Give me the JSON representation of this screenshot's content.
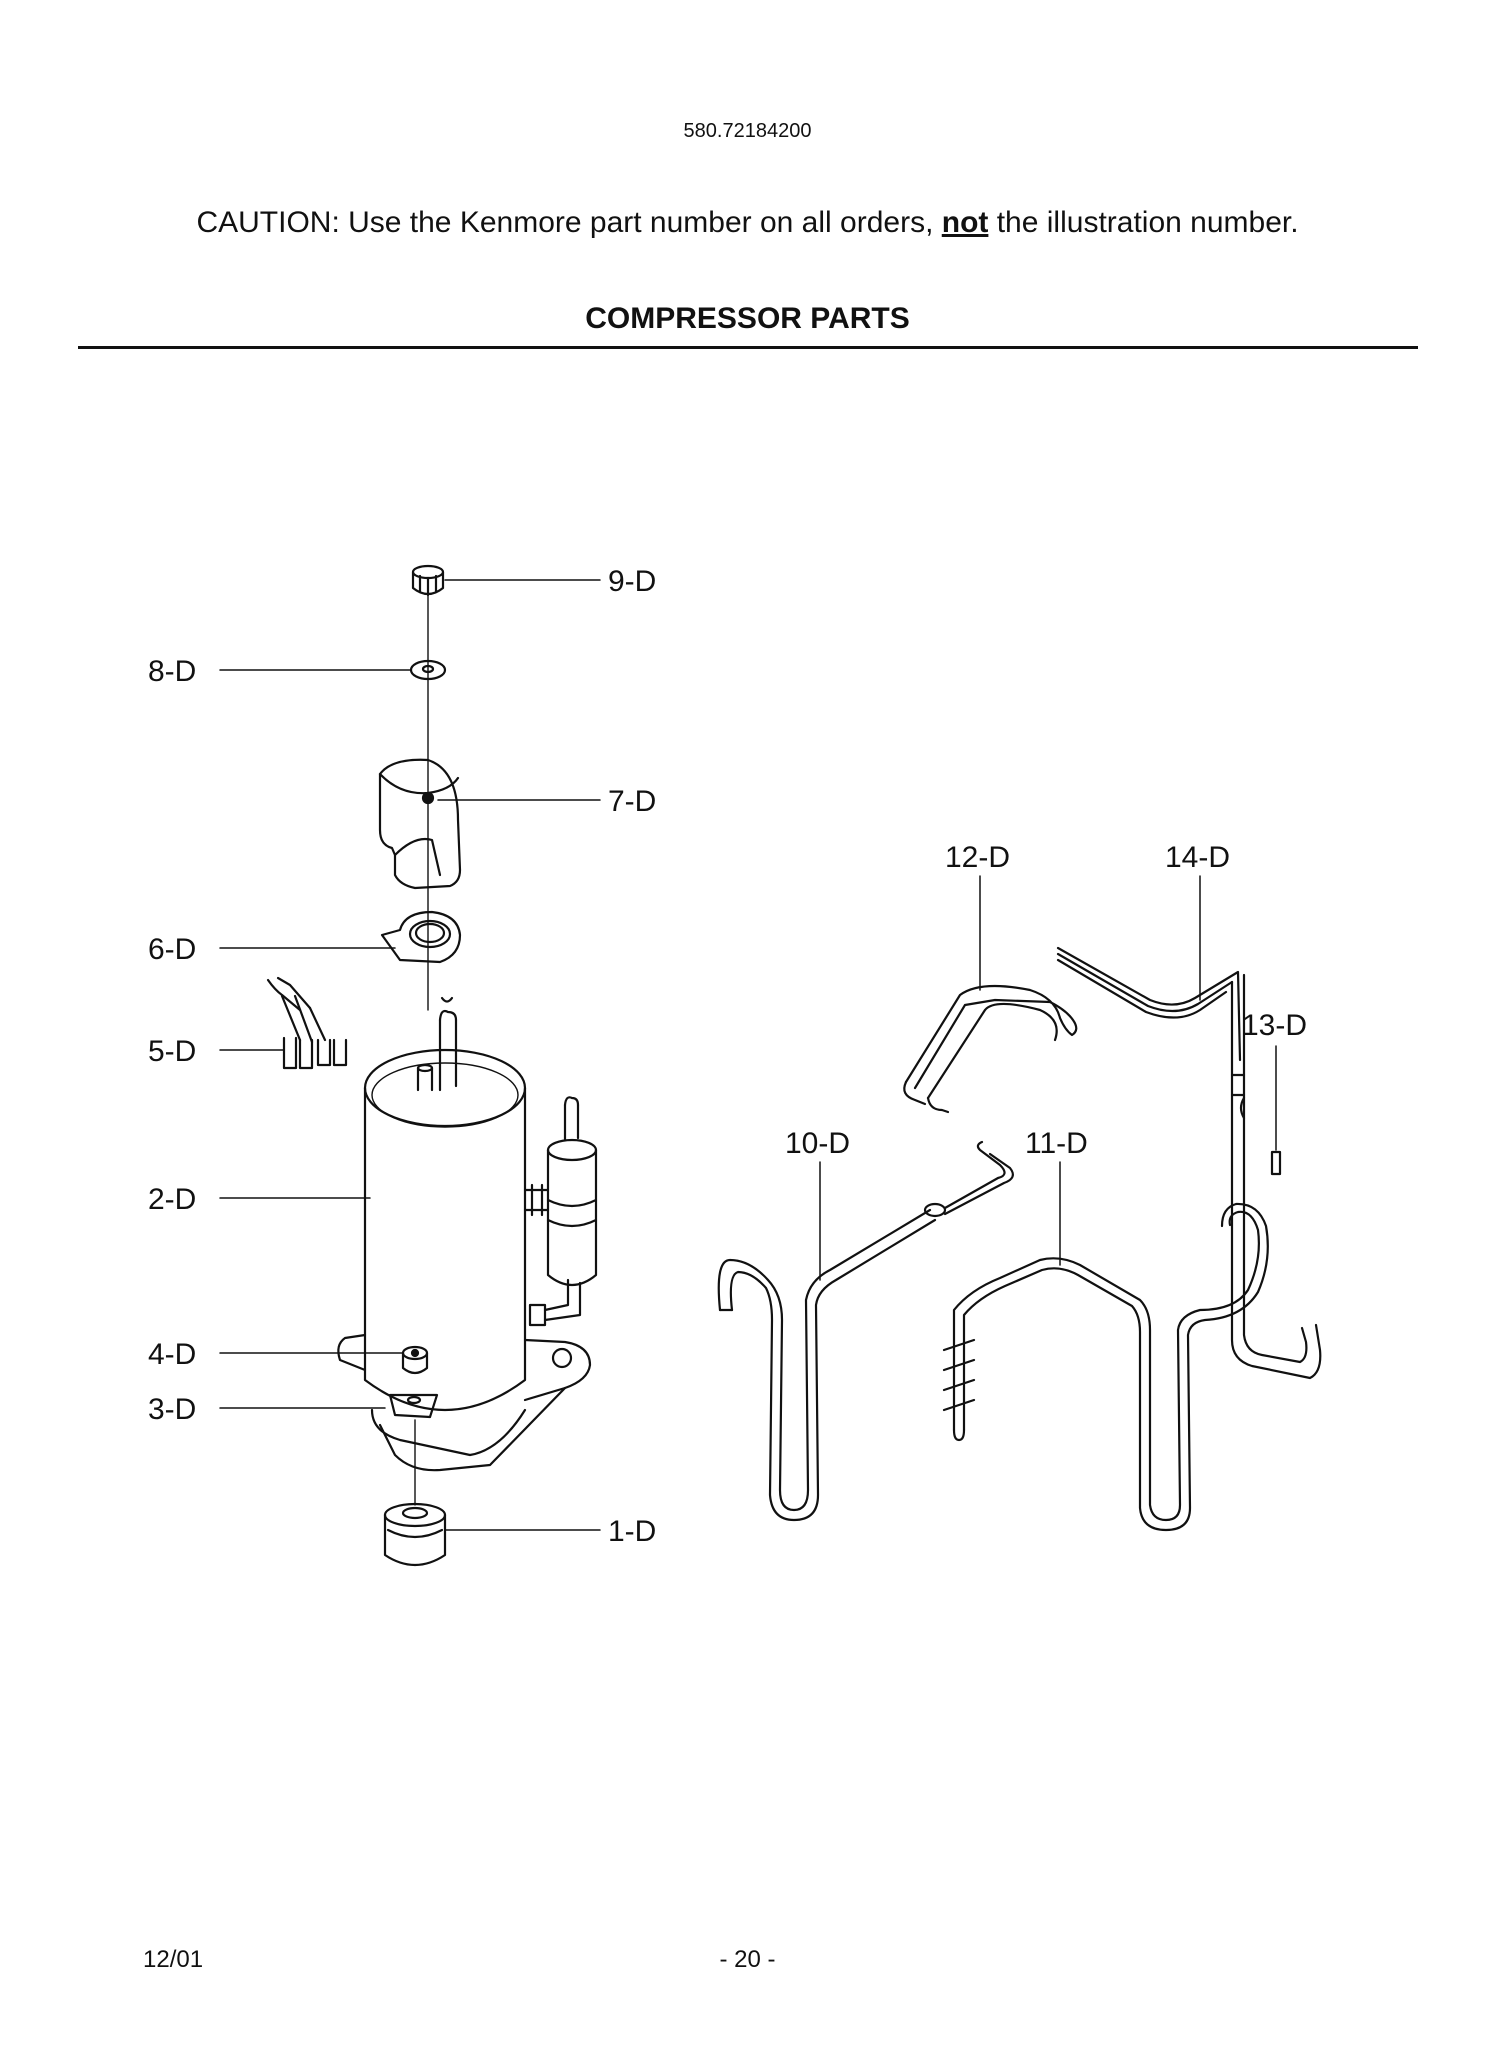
{
  "header": {
    "model_number": "580.72184200",
    "caution_prefix": "CAUTION: Use the Kenmore part number on all orders, ",
    "caution_emphasis": "not",
    "caution_suffix": " the illustration number.",
    "section_title": "COMPRESSOR PARTS"
  },
  "callouts": {
    "c9": "9-D",
    "c8": "8-D",
    "c7": "7-D",
    "c6": "6-D",
    "c5": "5-D",
    "c2": "2-D",
    "c4": "4-D",
    "c3": "3-D",
    "c1": "1-D",
    "c12": "12-D",
    "c14": "14-D",
    "c13": "13-D",
    "c10": "10-D",
    "c11": "11-D"
  },
  "footer": {
    "date": "12/01",
    "page": "- 20 -"
  }
}
